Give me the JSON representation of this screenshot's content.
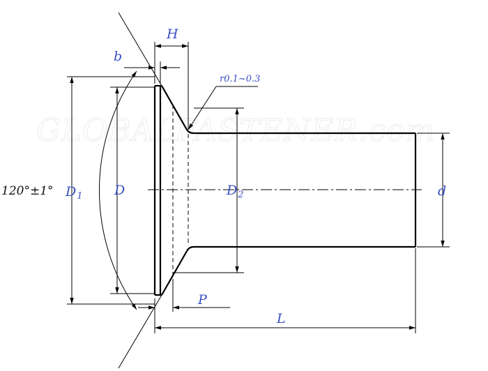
{
  "watermark": "GLOBALFASTENER.com",
  "labels": {
    "H": "H",
    "b": "b",
    "radius": "r0.1~0.3",
    "D1_main": "D",
    "D1_sub": "1",
    "D": "D",
    "D2_main": "D",
    "D2_sub": "2",
    "d": "d",
    "P": "P",
    "L": "L",
    "angle": "120°±1°"
  },
  "colors": {
    "dimension_text": "#3a4fc4",
    "lines": "#000000",
    "watermark": "#ececec"
  }
}
